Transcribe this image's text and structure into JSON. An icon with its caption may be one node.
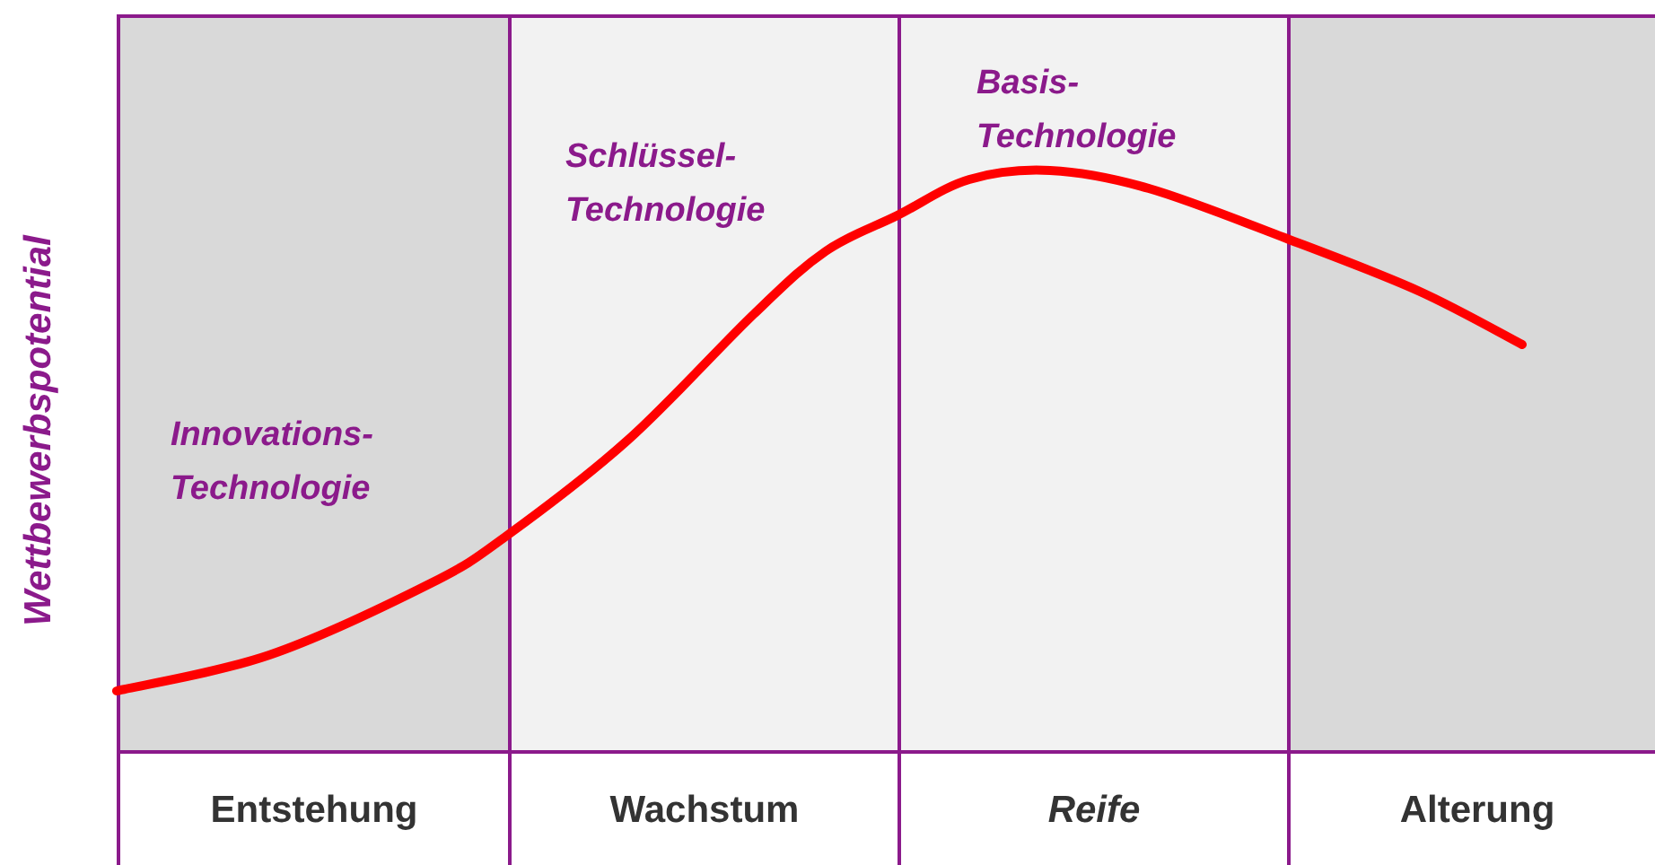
{
  "diagram": {
    "nodes": [
      {
        "text": [
          "Innovations-Technologie"
        ]
      },
      {
        "text": [
          "Schlüssel-Technologie"
        ]
      },
      {
        "text": [
          "Basis-Technologie"
        ]
      },
      {
        "text": [],
        "shape": "box"
      },
      {
        "text": [
          "Entstehung"
        ]
      },
      {
        "text": [
          "Wachstum"
        ]
      },
      {
        "text": [
          "Reife"
        ]
      },
      {
        "text": [
          "Alterung"
        ]
      }
    ],
    "labels": [
      "Wettbewerbspotential"
    ]
  }
}
